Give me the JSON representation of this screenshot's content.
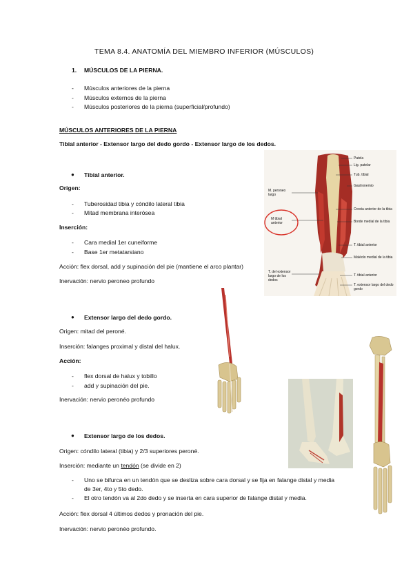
{
  "title": "TEMA 8.4. ANATOMÍA DEL MIEMBRO INFERIOR (MÚSCULOS)",
  "section1": {
    "number": "1.",
    "heading": "MÚSCULOS DE LA PIERNA.",
    "items": [
      "Músculos anteriores de la pierna",
      "Músculos externos de la pierna",
      "Músculos posteriores de la pierna (superficial/profundo)"
    ]
  },
  "anterior": {
    "heading": "MÚSCULOS ANTERIORES DE LA PIERNA",
    "summary": "Tibial anterior - Extensor largo del dedo gordo - Extensor largo de los dedos."
  },
  "tibial": {
    "name": "Tibial anterior.",
    "origen_label": "Origen:",
    "origen_items": [
      "Tuberosidad tibia y cóndilo lateral tibia",
      "Mitad membrana interósea"
    ],
    "insercion_label": "Inserción:",
    "insercion_items": [
      "Cara medial 1er cuneiforme",
      "Base 1er metatarsiano"
    ],
    "accion": "Acción: flex dorsal, add y supinación del pie (mantiene el arco plantar)",
    "inervacion": "Inervación: nervio peroneo profundo"
  },
  "hallux": {
    "name": "Extensor largo del dedo gordo.",
    "origen": "Origen: mitad del peroné.",
    "insercion": "Inserción: falanges proximal y distal del halux.",
    "accion_label": "Acción:",
    "accion_items": [
      "flex dorsal de halux y tobillo",
      "add y supinación del pie."
    ],
    "inervacion": "Inervación: nervio peronéo profundo"
  },
  "digitorum": {
    "name": "Extensor largo de los dedos.",
    "origen": "Origen: cóndilo lateral (tibia) y 2/3 superiores peroné.",
    "insercion_prefix": "Inserción: mediante un ",
    "insercion_link": "tendón",
    "insercion_suffix": " (se divide en 2)",
    "items": [
      "Uno se bifurca en un tendón que se desliza sobre cara dorsal y se fija en falange distal y media",
      "de 3er, 4to y 5to dedo.",
      "El otro tendón va al 2do dedo y se inserta en cara superior de falange distal y media."
    ],
    "accion": "Acción: flex dorsal 4 últimos dedos y pronación del pie.",
    "inervacion": "Inervación: nervio peronéo profundo."
  },
  "figure_labels": {
    "right": [
      "Patela",
      "Lig. patelar",
      "Tub. tibial",
      "Gastronemio",
      "Cresta anterior de la tibia",
      "Borde medial de la tibia",
      "T. tibial anterior",
      "Maléolo medial de la tibia",
      "T. tibial anterior",
      "T. extensor largo del dedo gordo"
    ],
    "left": [
      "M. peroneo largo",
      "M tibial anterior",
      "T. del extensor largo de los dedos"
    ]
  },
  "colors": {
    "circle": "#d9342b",
    "muscle": "#b8322c",
    "tendon": "#e9dcc0",
    "bone": "#d8c48e"
  }
}
